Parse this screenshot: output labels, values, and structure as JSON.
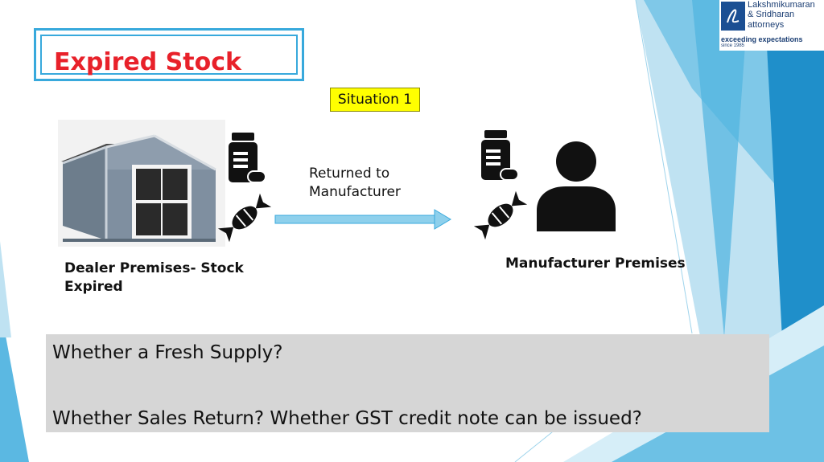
{
  "slide": {
    "title": "Expired Stock",
    "situation": "Situation 1",
    "arrow_label": "Returned to Manufacturer",
    "dealer_label": "Dealer Premises- Stock Expired",
    "manufacturer_label": "Manufacturer Premises",
    "questions": [
      "Whether a Fresh Supply?",
      "Whether Sales Return? Whether GST credit note can be issued?"
    ]
  },
  "logo": {
    "name": "Lakshmikumaran\n& Sridharan",
    "subtitle": "attorneys",
    "tagline": "exceeding expectations",
    "since": "since 1985"
  },
  "colors": {
    "title_red": "#e8212a",
    "accent_blue": "#38a9dc",
    "situation_bg": "#ffff00",
    "question_bg": "#d6d6d6"
  },
  "icons": {
    "medicine": "medicine-bottle-icon",
    "candy": "candy-icon",
    "person": "person-icon",
    "shed": "shed-image"
  }
}
